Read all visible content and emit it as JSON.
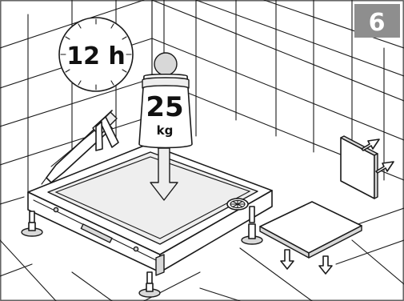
{
  "step": {
    "number": "6",
    "badge_color": "#8e8e8e"
  },
  "cure_timer": {
    "value": "12 h",
    "icon": "clock-icon"
  },
  "weight": {
    "value": "25",
    "unit": "kg",
    "icon": "weight-icon"
  },
  "icons": {
    "sealant_gun": "caulking-gun-icon",
    "drain": "drain-icon",
    "panel_arrows": "outward-arrows-icon",
    "tile_arrows": "downward-arrows-icon"
  },
  "colors": {
    "line": "#1a1a1a",
    "wall": "#ffffff",
    "badge": "#8e8e8e"
  }
}
